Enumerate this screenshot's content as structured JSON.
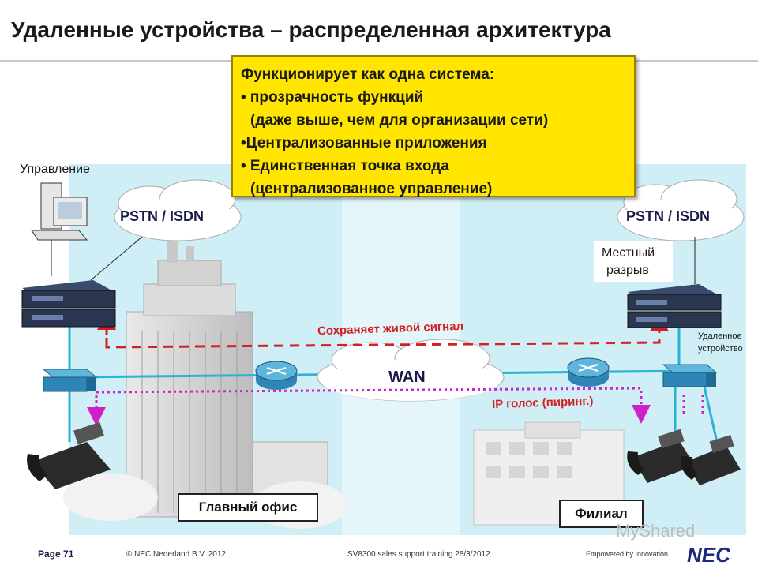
{
  "slide": {
    "title": "Удаленные устройства – распределенная архитектура"
  },
  "note": {
    "lines": [
      "Функционирует как одна система:",
      "• прозрачность функций",
      "  (даже выше, чем для организации сети)",
      "•Централизованные приложения",
      "• Единственная точка входа",
      "  (централизованное управление)"
    ]
  },
  "labels": {
    "management": "Управление",
    "pstn_left": "PSTN / ISDN",
    "pstn_right": "PSTN / ISDN",
    "local_breakout_1": "Местный",
    "local_breakout_2": "разрыв",
    "remote_device_1": "Удаленное",
    "remote_device_2": "устройство",
    "keepalive": "Сохраняет живой сигнал",
    "wan": "WAN",
    "ip_voice": "IP голос (пиринг.)",
    "main_office": "Главный офис",
    "branch": "Филиал"
  },
  "footer": {
    "page": "Page 71",
    "copyright": "© NEC Nederland B.V. 2012",
    "training": "SV8300 sales support training 28/3/2012",
    "tagline": "Empowered by Innovation",
    "logo": "NEC",
    "watermark": "MyShared"
  },
  "colors": {
    "note_bg": "#ffe500",
    "red_dashed": "#d42020",
    "magenta_dotted": "#d020c8",
    "network_line": "#2ab3d6",
    "background_panel": "#cfeef5"
  }
}
